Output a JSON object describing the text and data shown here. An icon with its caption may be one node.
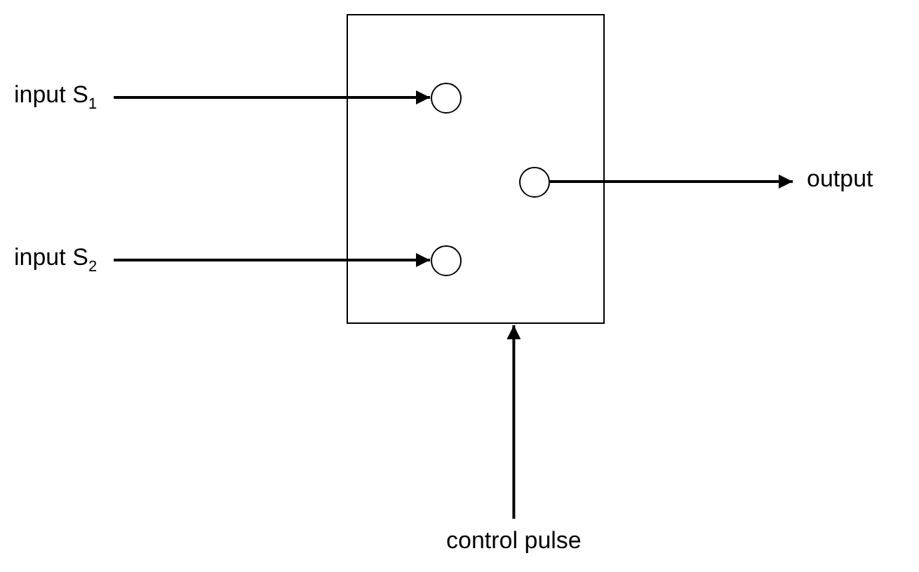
{
  "diagram": {
    "nodes": [
      {
        "text": [],
        "shape": "box"
      },
      {
        "text": [],
        "shape": "circle",
        "in": 0
      },
      {
        "text": [],
        "shape": "circle",
        "in": 0
      },
      {
        "text": [],
        "shape": "circle",
        "in": 0
      },
      {
        "text": [
          "input S$_{1}$"
        ]
      },
      {
        "text": [
          "input S$_{2}$"
        ]
      },
      {
        "text": [
          "output"
        ]
      },
      {
        "text": [
          "control pulse"
        ]
      }
    ],
    "edges": [
      {
        "from": 4,
        "to": 1,
        "arrow": "to"
      },
      {
        "from": 5,
        "to": 3,
        "arrow": "to"
      },
      {
        "from": 2,
        "to": 6,
        "arrow": "to"
      },
      {
        "from": 7,
        "to": 0,
        "arrow": "to"
      }
    ]
  }
}
